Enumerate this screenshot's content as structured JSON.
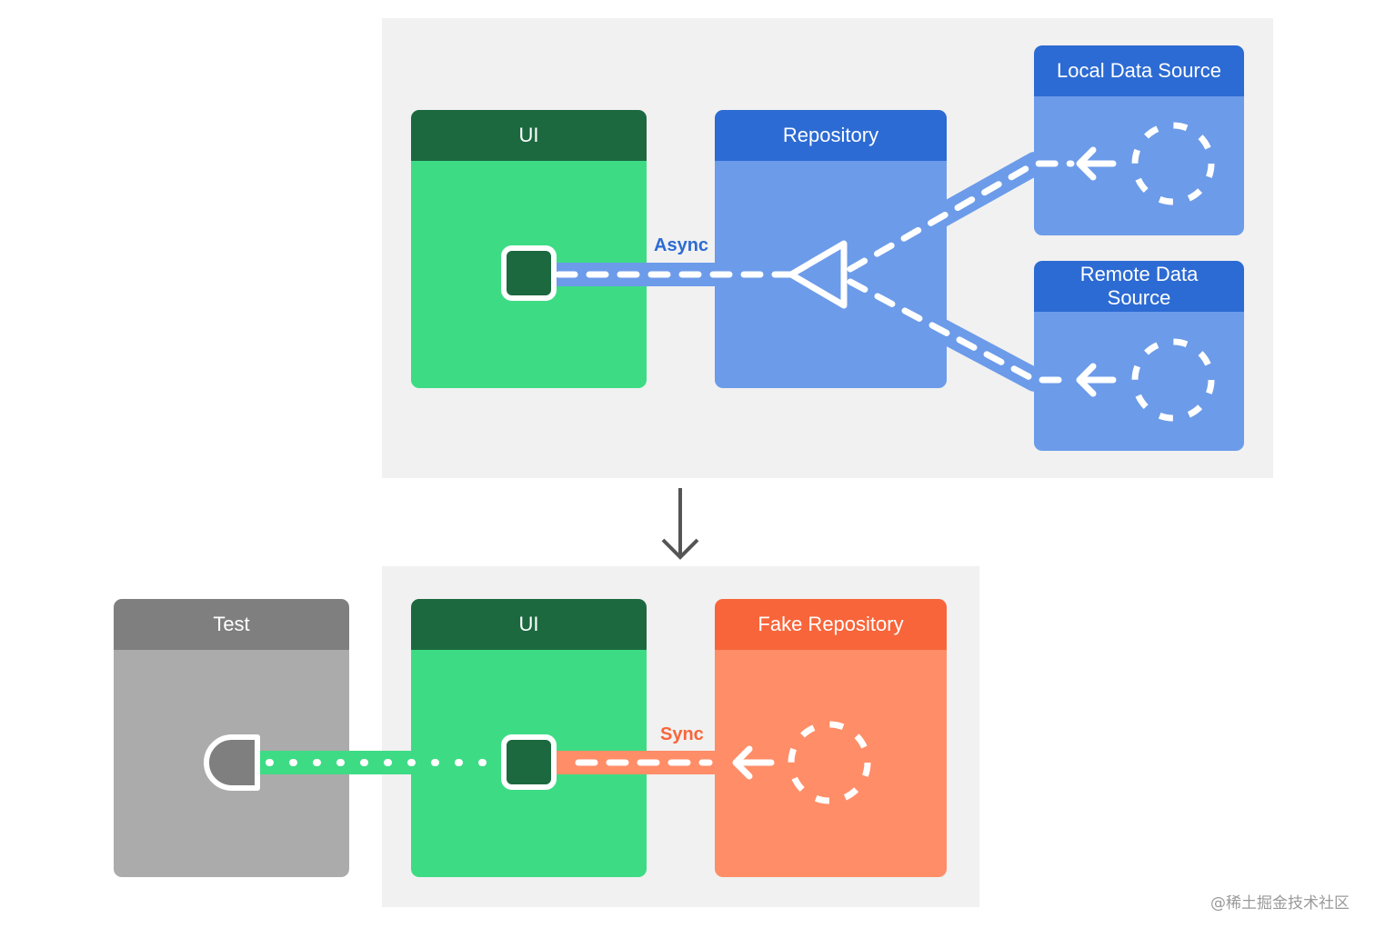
{
  "top_diagram": {
    "ui_box": {
      "title": "UI"
    },
    "repository_box": {
      "title": "Repository"
    },
    "local_source_box": {
      "title": "Local Data Source"
    },
    "remote_source_box": {
      "title": "Remote Data Source"
    },
    "edge_label": "Async"
  },
  "bottom_diagram": {
    "test_box": {
      "title": "Test"
    },
    "ui_box": {
      "title": "UI"
    },
    "fake_repository_box": {
      "title": "Fake Repository"
    },
    "edge_label": "Sync"
  },
  "watermark": "@稀土掘金技术社区",
  "colors": {
    "panel_bg": "#f1f1f1",
    "ui_header": "#1c6940",
    "ui_body": "#3ddc84",
    "repo_header": "#2c6bd3",
    "repo_body": "#6c9be9",
    "fake_header": "#f8653a",
    "fake_body": "#ff8d67",
    "test_header": "#7f7f7f",
    "test_body": "#ababab",
    "async_label": "#2c6bd3",
    "sync_label": "#f8653a"
  }
}
